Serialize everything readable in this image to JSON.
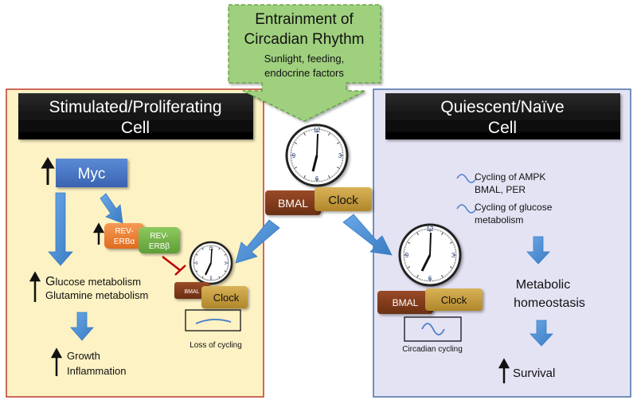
{
  "entrainment": {
    "title_line1": "Entrainment of",
    "title_line2": "Circadian Rhythm",
    "sub_line1": "Sunlight, feeding,",
    "sub_line2": "endocrine factors"
  },
  "left_panel": {
    "title_line1": "Stimulated/Proliferating",
    "title_line2": "Cell",
    "myc": "Myc",
    "rev_erb_alpha_line1": "REV-",
    "rev_erb_alpha_line2": "ERBα",
    "rev_erb_beta_line1": "REV-",
    "rev_erb_beta_line2": "ERBβ",
    "glucose_first": "G",
    "glucose_rest": "lucose metabolism",
    "glutamine": "Glutamine metabolism",
    "growth": "Growth",
    "inflammation": "Inflammation",
    "bmal": "BMAL",
    "clock": "Clock",
    "loss_label": "Loss of cycling"
  },
  "center": {
    "bmal": "BMAL",
    "clock": "Clock"
  },
  "right_panel": {
    "title_line1": "Quiescent/Naïve",
    "title_line2": "Cell",
    "cycling_1_line1": "Cycling of AMPK",
    "cycling_1_line2": "BMAL, PER",
    "cycling_2_line1": "Cycling of glucose",
    "cycling_2_line2": "metabolism",
    "metabolic_line1": "Metabolic",
    "metabolic_line2": "homeostasis",
    "survival": "Survival",
    "bmal": "BMAL",
    "clock": "Clock",
    "circadian_label": "Circadian cycling"
  },
  "clock_numerals": {
    "twelve": "12",
    "three": "3",
    "six": "6",
    "nine": "9"
  },
  "colors": {
    "left_panel_bg": "#fdf2c4",
    "left_panel_border": "#c0392b",
    "right_panel_bg": "#e4e3f4",
    "right_panel_border": "#4a6fa5",
    "entrainment_bg": "#9fd07e",
    "entrainment_border": "#5d9b3a",
    "arrow_blue": "#4a90d9",
    "myc_blue": "#4472c4",
    "rev_erb_alpha": "#ed7d31",
    "rev_erb_beta": "#70ad47",
    "bmal_brown": "#7b3a1e",
    "clock_gold": "#c49a3a",
    "inhibit_red": "#c00000"
  }
}
